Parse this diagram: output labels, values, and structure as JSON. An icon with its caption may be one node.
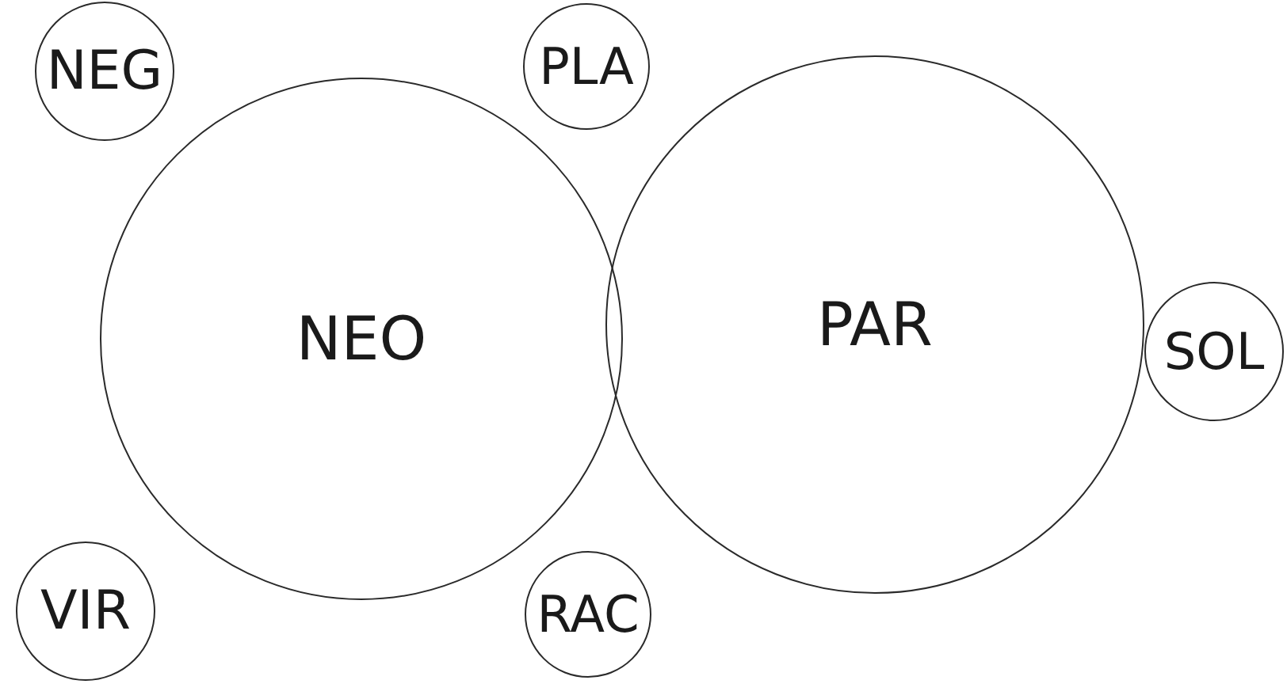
{
  "diagram": {
    "nodes": [
      {
        "text": [
          "NEG"
        ]
      },
      {
        "text": [
          "PLA"
        ]
      },
      {
        "text": [
          "NEO"
        ]
      },
      {
        "text": [
          "PAR"
        ]
      },
      {
        "text": [
          "SOL"
        ]
      },
      {
        "text": [
          "VIR"
        ]
      },
      {
        "text": [
          "RAC"
        ]
      }
    ]
  }
}
